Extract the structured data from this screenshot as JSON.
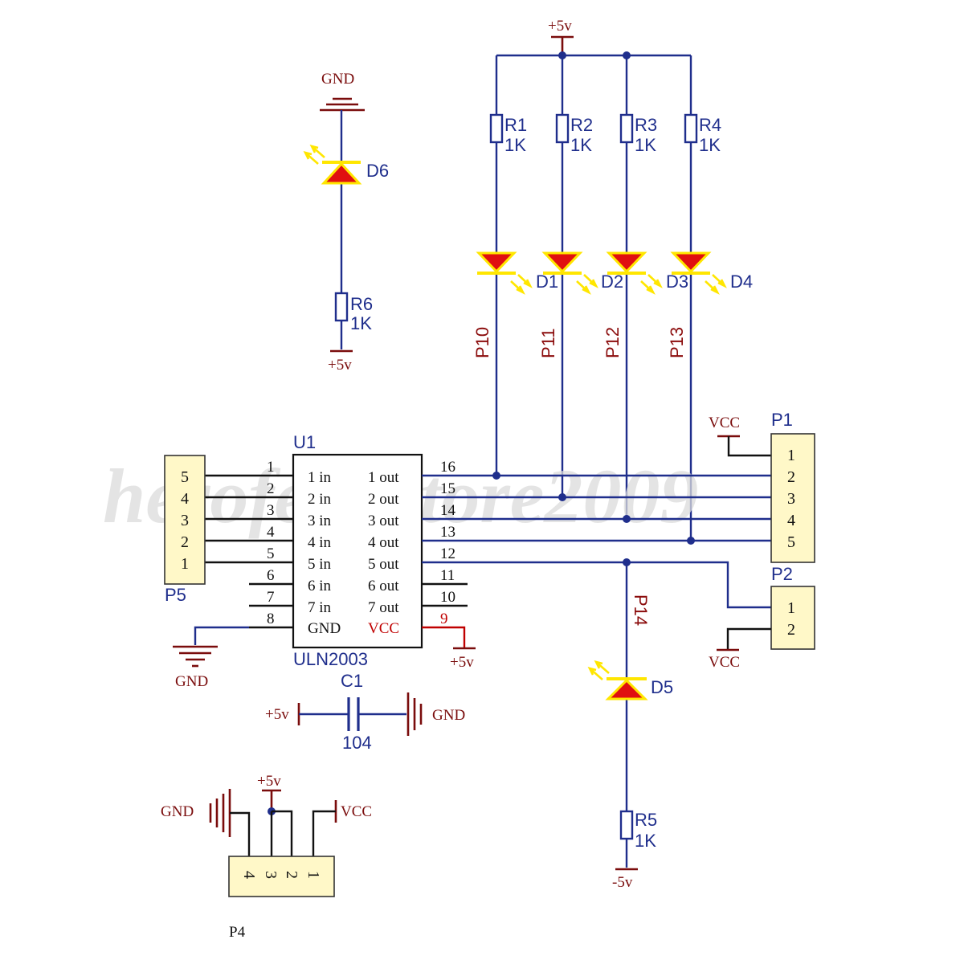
{
  "watermark": "herofengstore2009",
  "labels": {
    "gnd": "GND",
    "plus5v": "+5v",
    "minus5v": "-5v",
    "vcc": "VCC"
  },
  "resistors": [
    {
      "ref": "R1",
      "value": "1K"
    },
    {
      "ref": "R2",
      "value": "1K"
    },
    {
      "ref": "R3",
      "value": "1K"
    },
    {
      "ref": "R4",
      "value": "1K"
    },
    {
      "ref": "R5",
      "value": "1K"
    },
    {
      "ref": "R6",
      "value": "1K"
    }
  ],
  "leds": [
    "D1",
    "D2",
    "D3",
    "D4",
    "D5",
    "D6"
  ],
  "nets": [
    "P10",
    "P11",
    "P12",
    "P13",
    "P14"
  ],
  "chip": {
    "ref": "U1",
    "part": "ULN2003",
    "left_pins": [
      {
        "num": "1",
        "name": "1 in"
      },
      {
        "num": "2",
        "name": "2 in"
      },
      {
        "num": "3",
        "name": "3 in"
      },
      {
        "num": "4",
        "name": "4 in"
      },
      {
        "num": "5",
        "name": "5 in"
      },
      {
        "num": "6",
        "name": "6 in"
      },
      {
        "num": "7",
        "name": "7 in"
      },
      {
        "num": "8",
        "name": "GND"
      }
    ],
    "right_pins": [
      {
        "num": "16",
        "name": "1 out"
      },
      {
        "num": "15",
        "name": "2 out"
      },
      {
        "num": "14",
        "name": "3 out"
      },
      {
        "num": "13",
        "name": "4 out"
      },
      {
        "num": "12",
        "name": "5 out"
      },
      {
        "num": "11",
        "name": "6 out"
      },
      {
        "num": "10",
        "name": "7 out"
      },
      {
        "num": "9",
        "name": "VCC"
      }
    ]
  },
  "capacitor": {
    "ref": "C1",
    "value": "104"
  },
  "connectors": {
    "p1": {
      "ref": "P1",
      "pins": [
        "1",
        "2",
        "3",
        "4",
        "5"
      ]
    },
    "p2": {
      "ref": "P2",
      "pins": [
        "1",
        "2"
      ]
    },
    "p4": {
      "ref": "P4",
      "pins": [
        "4",
        "3",
        "2",
        "1"
      ]
    },
    "p5": {
      "ref": "P5",
      "pins": [
        "5",
        "4",
        "3",
        "2",
        "1"
      ]
    }
  },
  "colors": {
    "wire": "#1f2e8c",
    "led": "#e01010",
    "led_outline": "#ffe600",
    "connector_fill": "#fff8c8",
    "power_label": "#7a0c0c"
  }
}
